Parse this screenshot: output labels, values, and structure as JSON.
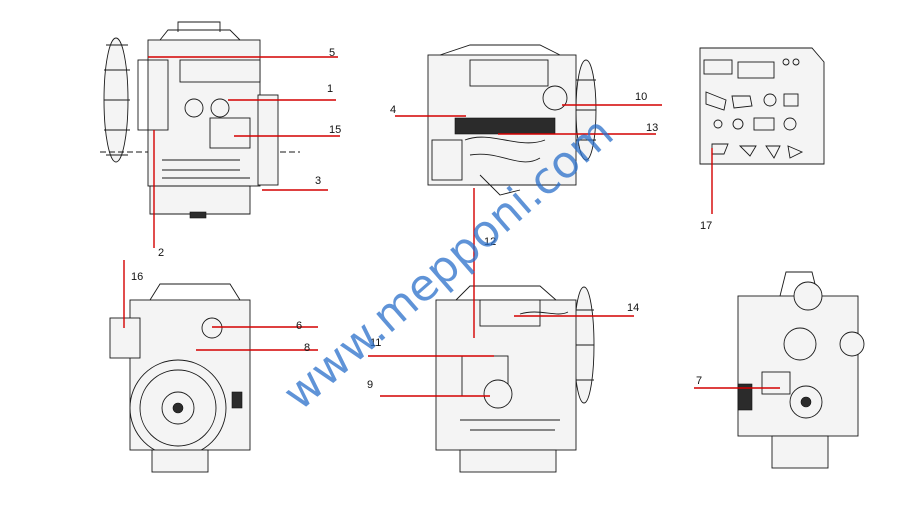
{
  "callouts": [
    "1",
    "2",
    "3",
    "4",
    "5",
    "6",
    "7",
    "8",
    "9",
    "10",
    "11",
    "12",
    "13",
    "14",
    "15",
    "16",
    "17"
  ],
  "watermark": "www.mepponi.com",
  "colors": {
    "leader": "#d40000",
    "watermark": "#2a6fc9",
    "ink": "#1a1a1a"
  }
}
